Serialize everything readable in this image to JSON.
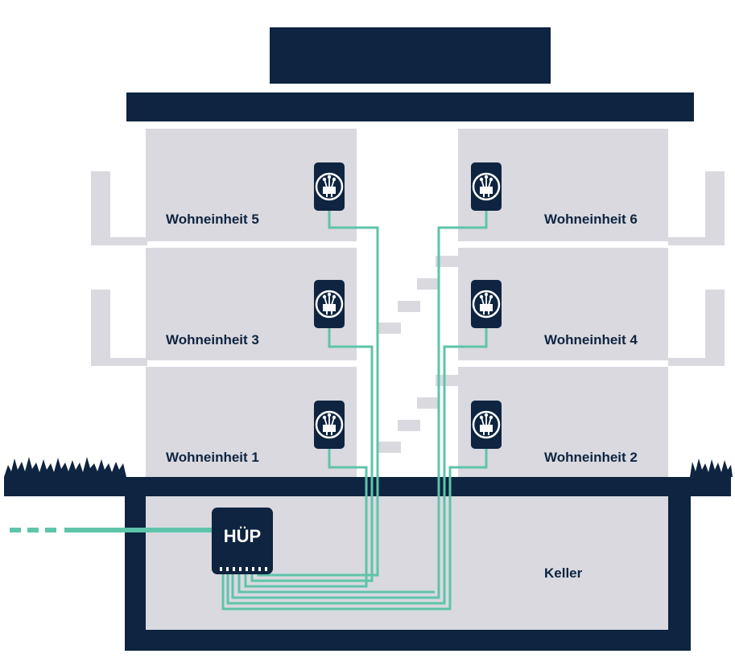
{
  "colors": {
    "navy": "#0e2440",
    "wall": "#d9d9df",
    "fiber": "#5ec4aa",
    "grass": "#0e2440",
    "background": "#ffffff"
  },
  "units": [
    {
      "id": "5",
      "label": "Wohneinheit 5"
    },
    {
      "id": "6",
      "label": "Wohneinheit 6"
    },
    {
      "id": "3",
      "label": "Wohneinheit 3"
    },
    {
      "id": "4",
      "label": "Wohneinheit 4"
    },
    {
      "id": "1",
      "label": "Wohneinheit 1"
    },
    {
      "id": "2",
      "label": "Wohneinheit 2"
    }
  ],
  "basement": {
    "label": "Keller"
  },
  "hup": {
    "label": "HÜP"
  },
  "icons": {
    "outlet": "fiber-optic-outlet-icon",
    "grass": "grass-icon"
  }
}
